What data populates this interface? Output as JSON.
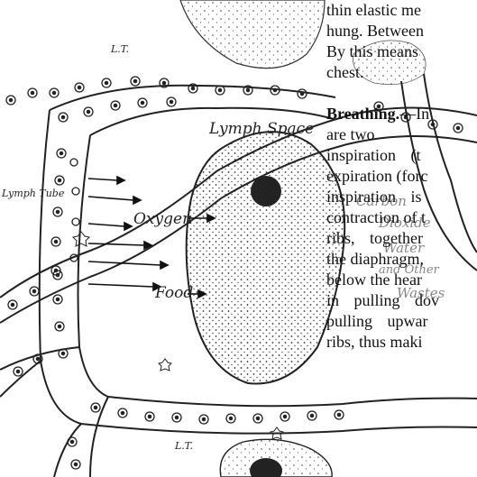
{
  "figure": {
    "labels": {
      "lymph_space": "Lymph Space",
      "oxygen": "Oxygen",
      "food": "Food",
      "lymph_tube": "Lymph Tube",
      "lt_top": "L.T.",
      "lt_bottom": "L.T.",
      "carbon": "Carbon",
      "dioxide": "Dioxide",
      "water": "Water",
      "and_other": "and Other",
      "wastes": "Wastes"
    }
  },
  "text": {
    "line1": "thin elastic me",
    "line2": "hung. Between",
    "line3": "By this means",
    "line4": "chest.",
    "heading": "Breathing.",
    "line5_rest": "—In",
    "line6": "are two",
    "line7": "inspiration (t",
    "line8": "expiration (forc",
    "line9": "inspiration is",
    "line10": "contraction of t",
    "line11": "ribs, together",
    "line12": "the diaphragm,",
    "line13": "below the hear",
    "line14": "in pulling dov",
    "line15": "pulling upwar",
    "line16": "ribs, thus maki"
  }
}
